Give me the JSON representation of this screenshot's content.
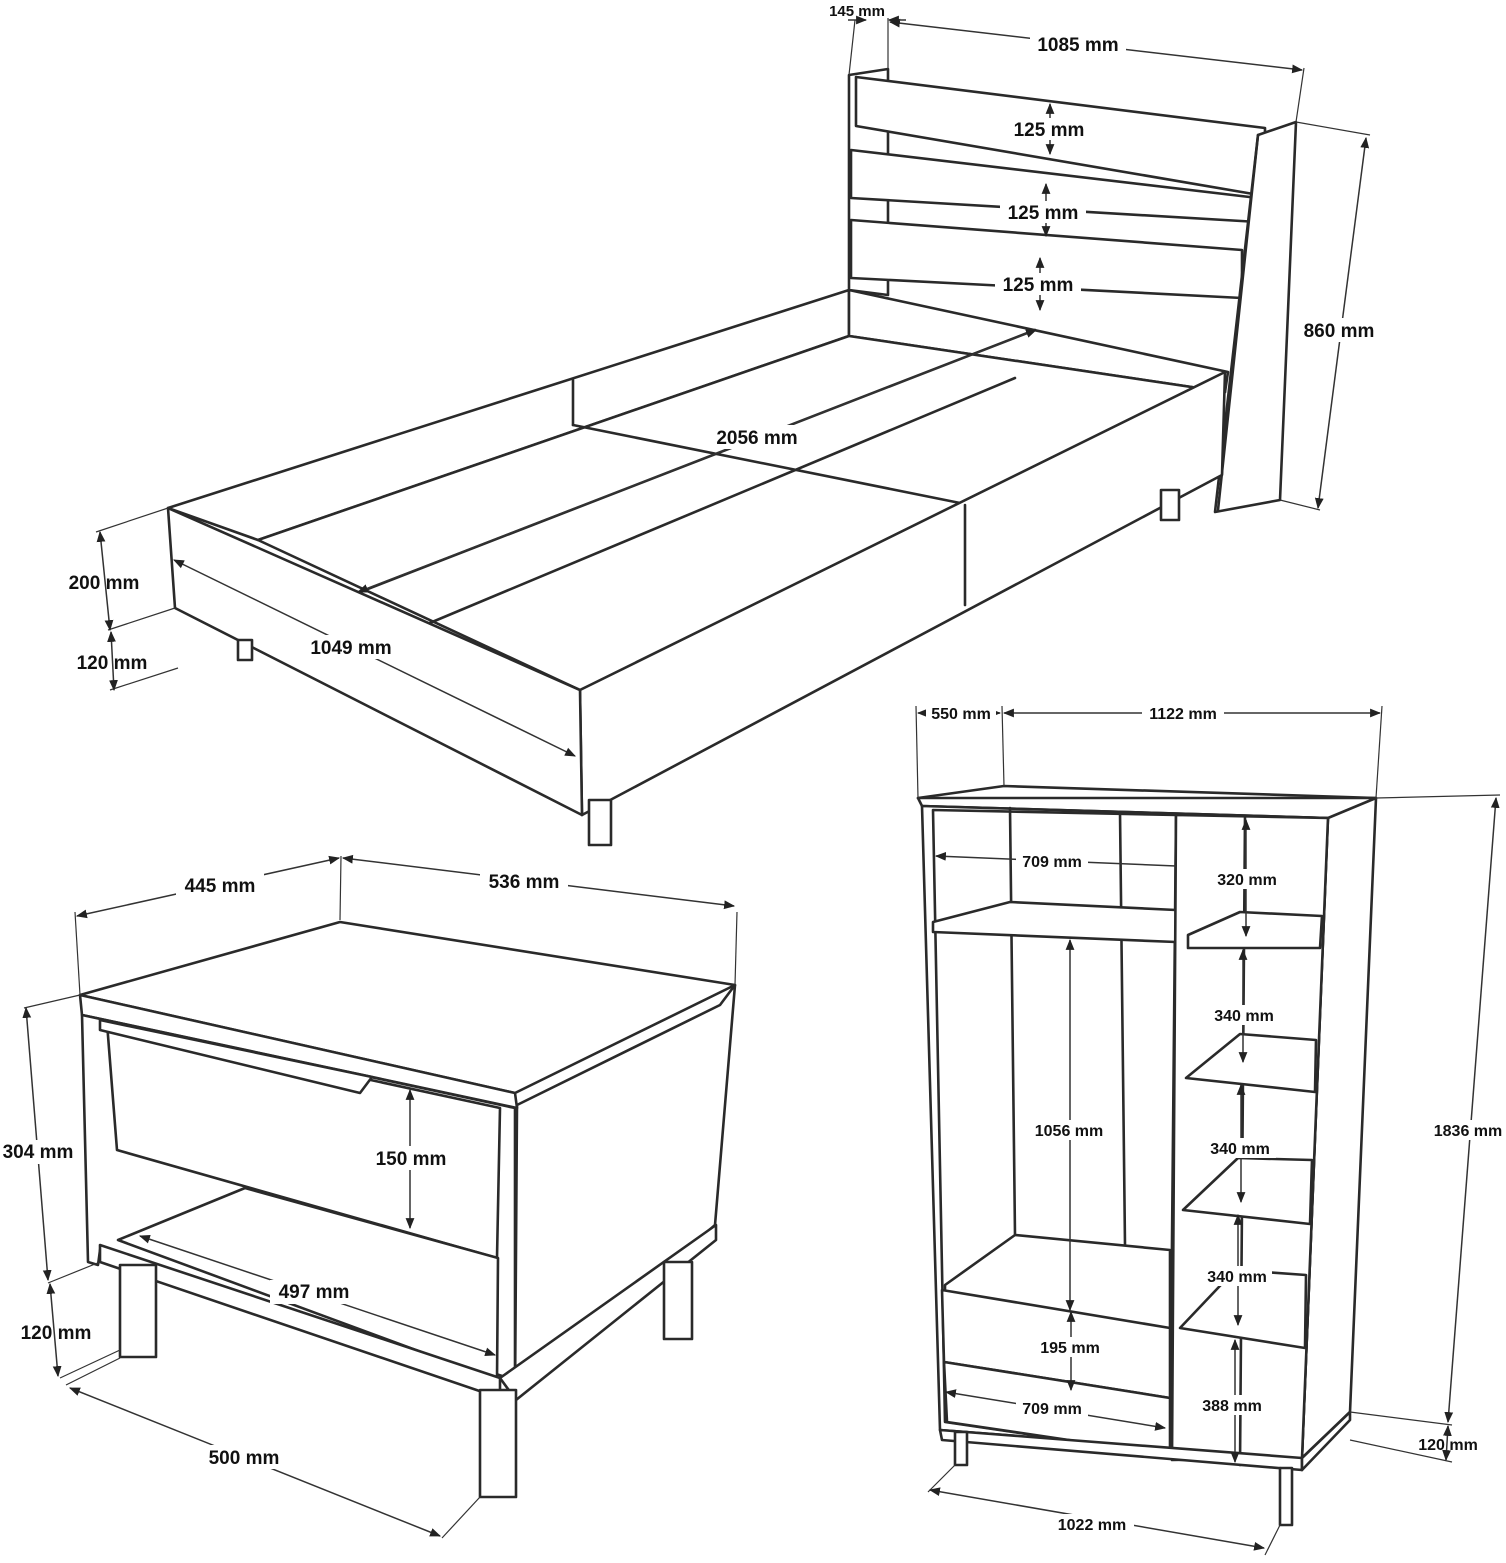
{
  "colors": {
    "line": "#2a2a2a",
    "dimension": "#333333",
    "background": "#ffffff"
  },
  "bed": {
    "headboard_thickness": "145 mm",
    "headboard_width": "1085 mm",
    "slat_1": "125 mm",
    "slat_2": "125 mm",
    "slat_3": "125 mm",
    "headboard_height": "860 mm",
    "length": "2056 mm",
    "frame_height": "200 mm",
    "leg_height": "120 mm",
    "width": "1049 mm"
  },
  "nightstand": {
    "depth": "445 mm",
    "width": "536 mm",
    "body_height": "304 mm",
    "drawer_height": "150 mm",
    "inner_width": "497 mm",
    "leg_height": "120 mm",
    "base_width": "500 mm"
  },
  "wardrobe": {
    "depth": "550 mm",
    "width": "1122 mm",
    "top_compartment_width": "709 mm",
    "shelf_1": "320 mm",
    "shelf_2": "340 mm",
    "shelf_3": "340 mm",
    "shelf_4": "340 mm",
    "shelf_5": "388 mm",
    "hanging_height": "1056 mm",
    "drawer_height": "195 mm",
    "drawer_width": "709 mm",
    "height": "1836 mm",
    "leg_height": "120 mm",
    "base_width": "1022 mm"
  }
}
